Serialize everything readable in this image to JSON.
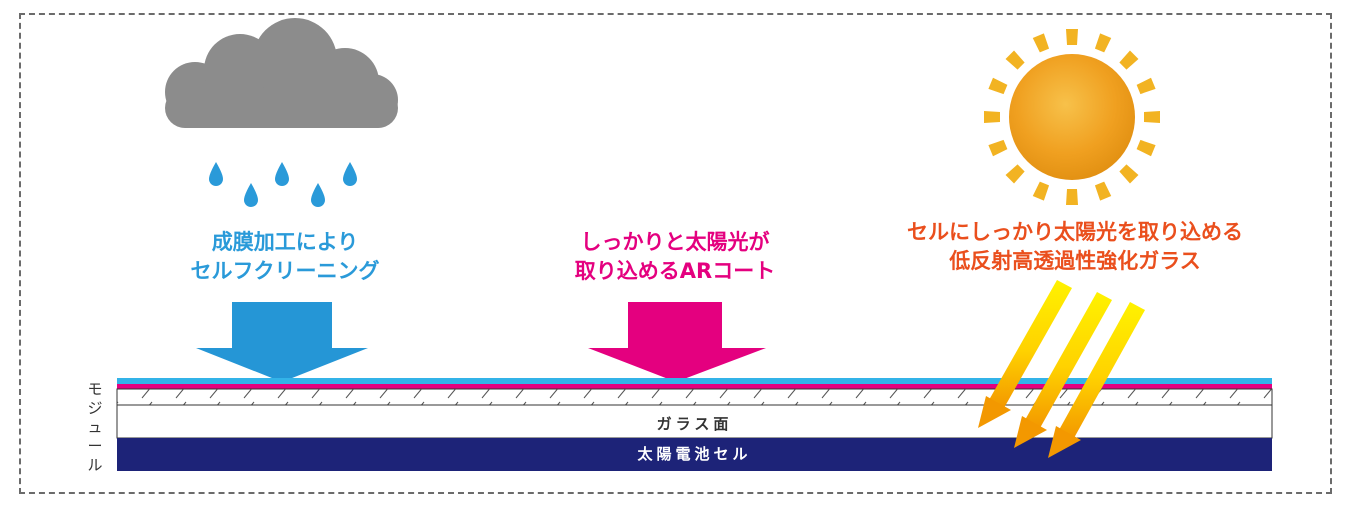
{
  "captions": {
    "self_cleaning": [
      "成膜加工により",
      "セルフクリーニング"
    ],
    "ar_coat": [
      "しっかりと太陽光が",
      "取り込めるARコート"
    ],
    "glass": [
      "セルにしっかり太陽光を取り込める",
      "低反射高透過性強化ガラス"
    ]
  },
  "layers": {
    "glass": "ガラス面",
    "cell": "太陽電池セル"
  },
  "module_label": [
    "モ",
    "ジ",
    "ュ",
    "ー",
    "ル"
  ],
  "colors": {
    "frame": "#6b6b6b",
    "blue_arrow": "#2596d6",
    "pink_arrow": "#e4007f",
    "cloud": "#8c8c8c",
    "raindrop": "#2a9ad9",
    "sun": "#f0a020",
    "sun_ray": "#f2b322",
    "light_beam_top": "#fff200",
    "light_beam_bottom": "#f39800",
    "cell": "#1d2378",
    "coat_blue": "#33b3e8",
    "coat_pink": "#e4007f"
  },
  "icons": [
    "cloud-icon",
    "raindrop-icon",
    "sun-icon",
    "light-beam-icon",
    "down-arrow-icon"
  ]
}
